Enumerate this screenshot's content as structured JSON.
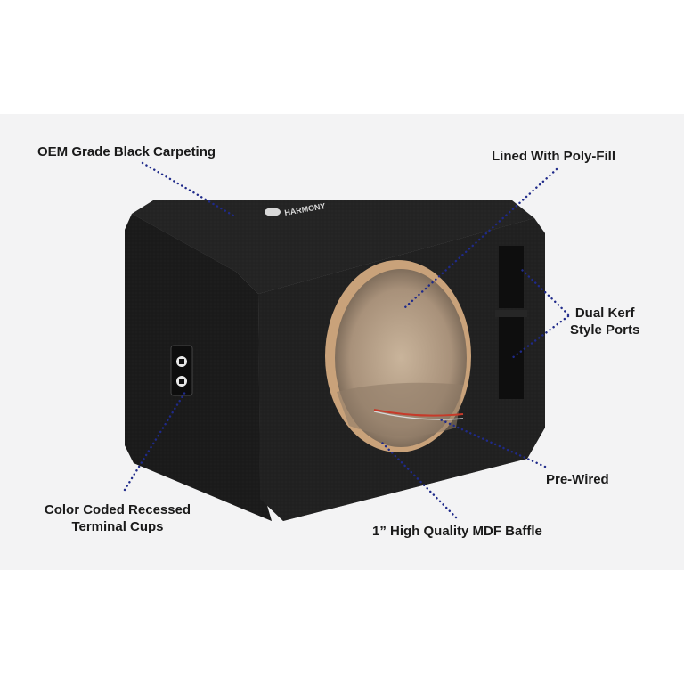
{
  "callouts": {
    "carpeting": "OEM Grade Black Carpeting",
    "polyfill": "Lined With Poly-Fill",
    "ports_line1": "Dual Kerf",
    "ports_line2": "Style Ports",
    "prewired": "Pre-Wired",
    "baffle": "1” High Quality MDF Baffle",
    "terminal_line1": "Color Coded Recessed",
    "terminal_line2": "Terminal Cups"
  },
  "logo_text": "HARMONY",
  "colors": {
    "band": "#f3f3f4",
    "leader_dots": "#1f2a8a",
    "carpet": "#1c1c1c",
    "mdf": "#c9a27a"
  }
}
